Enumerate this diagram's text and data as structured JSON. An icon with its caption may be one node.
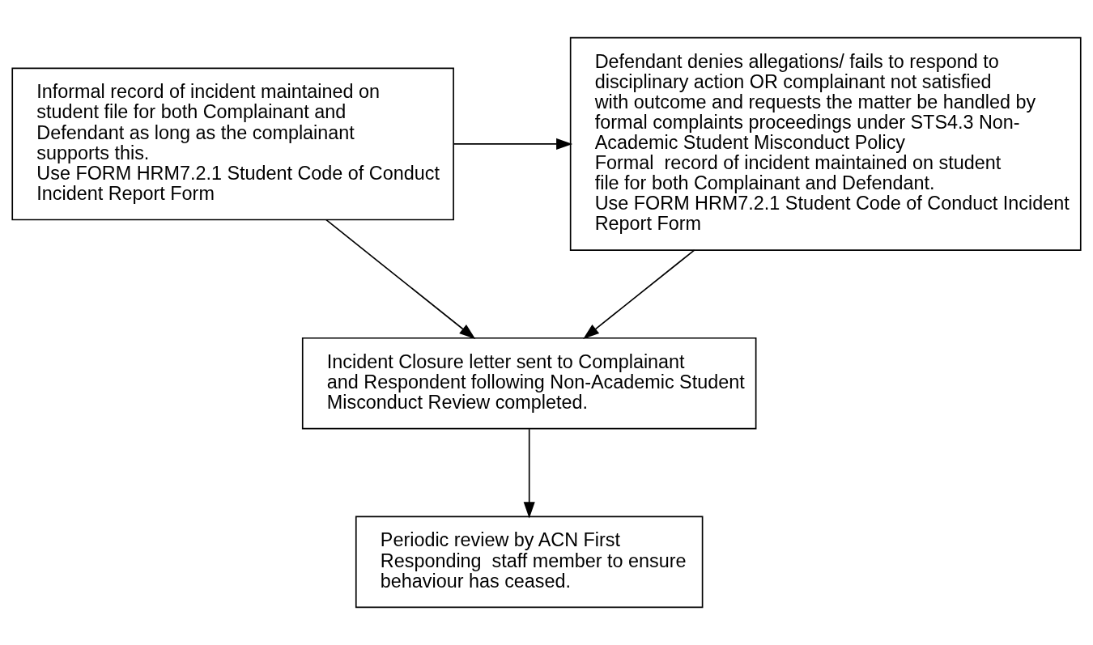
{
  "diagram": {
    "nodes": [
      {
        "text": [
          "Informal record of incident maintained on student file for both Complainant and Defendant as long as the complainant supports this.",
          "Use FORM HRM7.2.1 Student Code of Conduct Incident Report Form"
        ]
      },
      {
        "text": [
          "Defendant denies allegations/ fails to respond to disciplinary action OR complainant not satisfied with outcome and requests the matter be handled by formal complaints proceedings under STS4.3 Non-Academic Student Misconduct Policy",
          "Formal  record of incident maintained on student file for both Complainant and Defendant.",
          "Use FORM HRM7.2.1 Student Code of Conduct Incident Report Form"
        ]
      },
      {
        "text": [
          "Incident Closure letter sent to Complainant and Respondent following Non-Academic Student Misconduct Review completed."
        ]
      },
      {
        "text": [
          "Periodic review by ACN First Responding  staff member to ensure behaviour has ceased."
        ]
      }
    ],
    "edges": [
      {
        "from": 0,
        "to": 1,
        "arrow": "to"
      },
      {
        "from": 0,
        "to": 2,
        "arrow": "to"
      },
      {
        "from": 1,
        "to": 2,
        "arrow": "to"
      },
      {
        "from": 2,
        "to": 3,
        "arrow": "to"
      }
    ]
  }
}
